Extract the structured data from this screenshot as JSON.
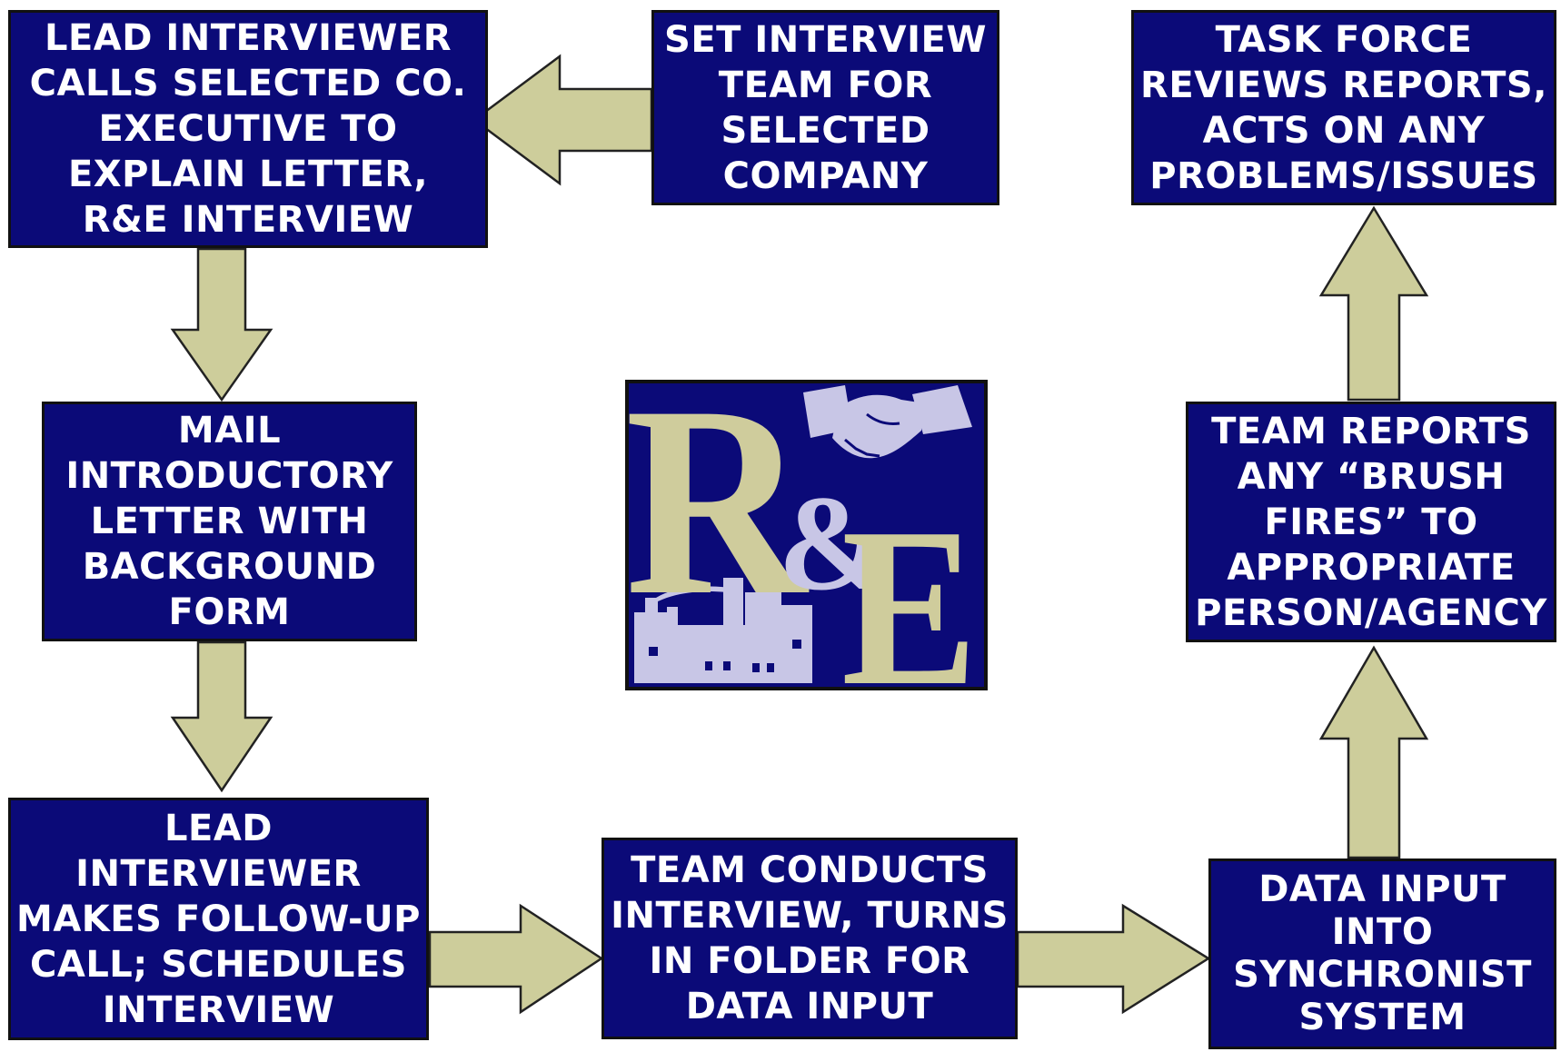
{
  "steps": {
    "lead_calls": [
      "LEAD INTERVIEWER",
      "CALLS SELECTED CO.",
      "EXECUTIVE TO",
      "EXPLAIN LETTER,",
      "R&E INTERVIEW"
    ],
    "set_team": [
      "SET INTERVIEW",
      "TEAM FOR",
      "SELECTED",
      "COMPANY"
    ],
    "task_force": [
      "TASK FORCE",
      "REVIEWS REPORTS,",
      "ACTS ON ANY",
      "PROBLEMS/ISSUES"
    ],
    "mail_letter": [
      "MAIL",
      "INTRODUCTORY",
      "LETTER WITH",
      "BACKGROUND",
      "FORM"
    ],
    "team_reports": [
      "TEAM REPORTS",
      "ANY “BRUSH",
      "FIRES” TO",
      "APPROPRIATE",
      "PERSON/AGENCY"
    ],
    "follow_up": [
      "LEAD",
      "INTERVIEWER",
      "MAKES FOLLOW-UP",
      "CALL; SCHEDULES",
      "INTERVIEW"
    ],
    "conducts": [
      "TEAM CONDUCTS",
      "INTERVIEW, TURNS",
      "IN FOLDER FOR",
      "DATA INPUT"
    ],
    "data_input": [
      "DATA INPUT",
      "INTO",
      "SYNCHRONIST",
      "SYSTEM"
    ]
  },
  "logo": {
    "letter_r": "R",
    "ampersand": "&",
    "letter_e": "E"
  },
  "colors": {
    "box_fill": "#0b0a78",
    "box_text": "#ffffff",
    "arrow_fill": "#cdcd9b",
    "logo_letters": "#cfcc9c",
    "logo_graphics": "#c8c6e6"
  }
}
